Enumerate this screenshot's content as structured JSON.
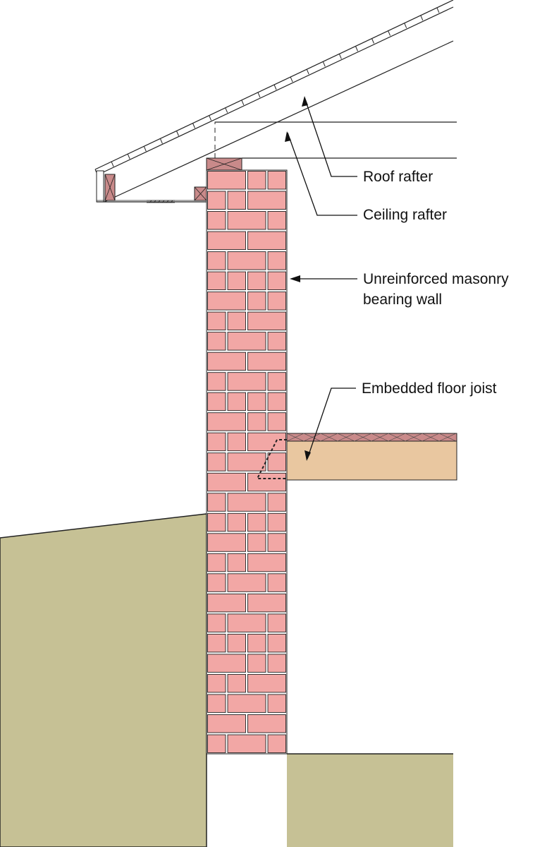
{
  "labels": {
    "roof_rafter": "Roof rafter",
    "ceiling_rafter": "Ceiling rafter",
    "wall_line1": "Unreinforced masonry",
    "wall_line2": "bearing wall",
    "floor_joist": "Embedded floor joist"
  },
  "colors": {
    "ground": "#c6c195",
    "brick": "#f2a7a5",
    "wood_dark": "#c98a8a",
    "joist": "#e9c7a0",
    "stroke": "#222222"
  }
}
